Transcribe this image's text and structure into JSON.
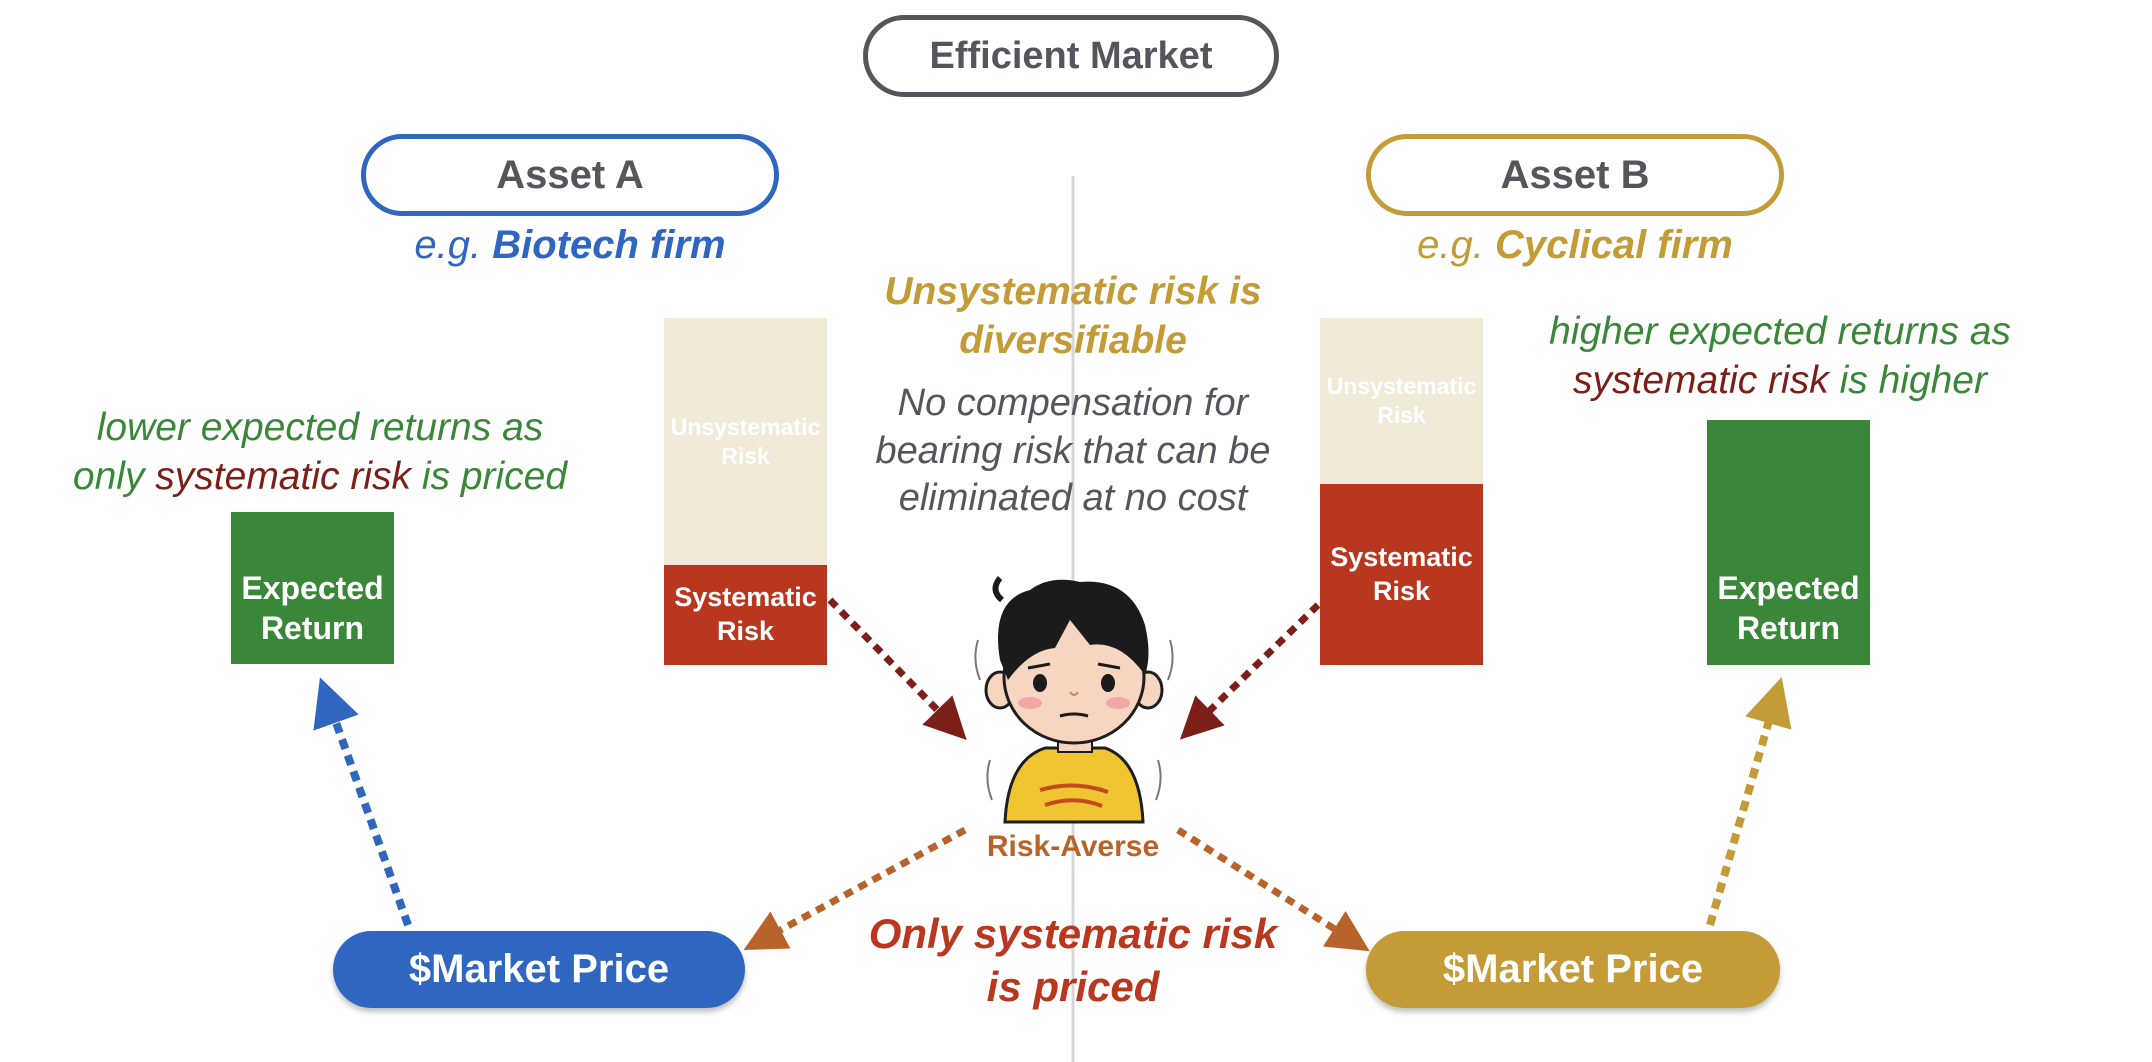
{
  "title": "Efficient Market",
  "colors": {
    "blue": "#2f66c0",
    "gold": "#c39c37",
    "green": "#3b873a",
    "red": "#b9361f",
    "beige": "#f2ead9",
    "dark_red_arrow": "#7c1f19",
    "orange_arrow": "#b8632a",
    "gray": "#54565c"
  },
  "asset_a": {
    "name": "Asset A",
    "eg_prefix": "e.g.",
    "example": "Biotech firm",
    "note_line1": "lower expected returns as",
    "note_line2_prefix": "only",
    "note_line2_highlight": "systematic risk",
    "note_line2_suffix": "is priced",
    "expected_return": "Expected Return",
    "unsystematic_risk": "Unsystematic Risk",
    "systematic_risk": "Systematic Risk",
    "market_price": "$Market Price"
  },
  "asset_b": {
    "name": "Asset B",
    "eg_prefix": "e.g.",
    "example": "Cyclical firm",
    "note_line1": "higher expected returns as",
    "note_line2_highlight": "systematic risk",
    "note_line2_suffix": "is higher",
    "expected_return": "Expected Return",
    "unsystematic_risk": "Unsystematic Risk",
    "systematic_risk": "Systematic Risk",
    "market_price": "$Market Price"
  },
  "center": {
    "diversifiable_heading": "Unsystematic risk is diversifiable",
    "no_compensation": "No compensation for bearing risk that can be eliminated at no cost",
    "investor_label": "Risk-Averse",
    "conclusion": "Only systematic risk is priced"
  }
}
